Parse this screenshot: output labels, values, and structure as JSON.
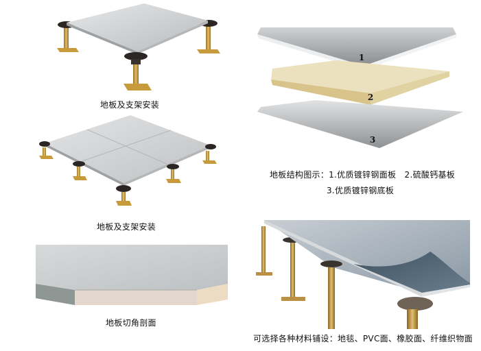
{
  "panels": {
    "pedestal_single": {
      "caption": "地板及支架安装"
    },
    "pedestal_grid": {
      "caption": "地板及支架安装"
    },
    "edge_cut": {
      "caption": "地板切角剖面"
    },
    "layers": {
      "labels": [
        "1",
        "2",
        "3"
      ],
      "caption_line1": "地板结构图示：1.优质镀锌钢面板　2.硫酸钙基板",
      "caption_line2": "3.优质镀锌钢底板"
    },
    "covering": {
      "caption": "可选择各种材料铺设：地毯、PVC面、橡胶面、纤维织物面"
    }
  },
  "colors": {
    "steel_top": "#c9cbcc",
    "steel_edge": "#9ea1a3",
    "core_board": "#e8dcb0",
    "brass": "#c79a3c",
    "pedestal_head": "#2b2523",
    "carpet": "#5d6f7e"
  }
}
